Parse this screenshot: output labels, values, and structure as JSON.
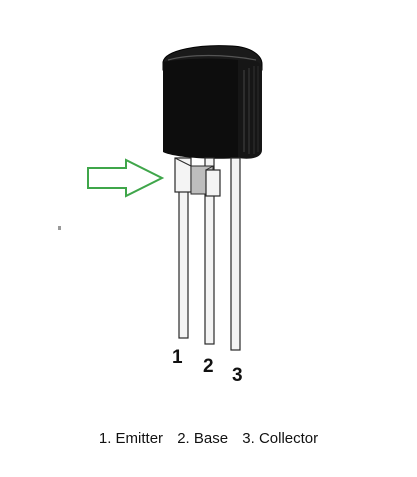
{
  "diagram": {
    "pin_numbers": [
      "1",
      "2",
      "3"
    ],
    "caption": {
      "emitter": "1. Emitter",
      "base": "2. Base",
      "collector": "3. Collector"
    },
    "colors": {
      "body": "#0d0d0d",
      "lead_outline": "#2a2a2a",
      "lead_fill": "#f4f4f4",
      "arrow": "#3fa64a",
      "text": "#111111"
    },
    "icons": [
      "transistor-to92-icon",
      "arrow-right-icon"
    ]
  }
}
